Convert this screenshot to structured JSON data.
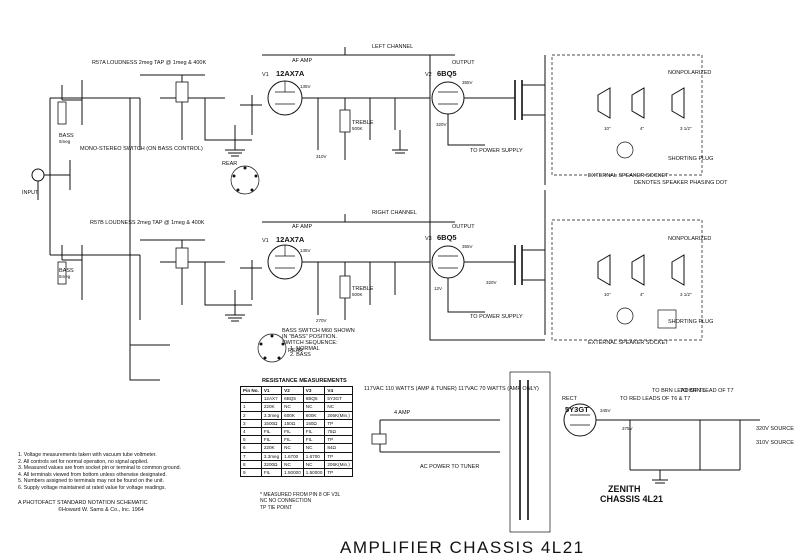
{
  "page_title": "AMPLIFIER CHASSIS 4L21",
  "brand": {
    "line1": "ZENITH",
    "line2": "CHASSIS 4L21"
  },
  "channels": {
    "left": "LEFT CHANNEL",
    "right": "RIGHT CHANNEL"
  },
  "tubes": {
    "v1_left": {
      "id": "V1",
      "type": "12AX7A",
      "label": "AF AMP"
    },
    "v1_right": {
      "id": "V1",
      "type": "12AX7A",
      "label": "AF AMP"
    },
    "v2": {
      "id": "V2",
      "type": "6BQ5",
      "label": "OUTPUT"
    },
    "v3": {
      "id": "V3",
      "type": "6BQ5",
      "label": "OUTPUT"
    },
    "v4": {
      "id": "V4",
      "type": "5Y3GT",
      "label": "RECT"
    }
  },
  "labels": {
    "input": "INPUT",
    "mono_stereo": "MONO-STEREO SWITCH (ON BASS CONTROL)",
    "loudness_top": "R57A LOUDNESS 2meg TAP @ 1meg & 400K",
    "loudness_bottom": "R57B LOUDNESS 2meg TAP @ 1meg & 400K",
    "bass": "BASS",
    "bass_value": "5meg",
    "treble": "TREBLE",
    "treble_value": "500K",
    "rear": "REAR",
    "to_power_supply": "TO POWER SUPPLY",
    "nonpolarized": "NONPOLARIZED",
    "shorting_plug": "SHORTING PLUG",
    "ext_speaker_socket": "EXTERNAL SPEAKER SOCKET",
    "phasing_dot": "DENOTES SPEAKER PHASING DOT",
    "speaker_10": "10\"",
    "speaker_4": "4\"",
    "speaker_3half": "3 1/2\"",
    "ac_power_to_tuner": "AC POWER TO TUNER",
    "ac_note": "117VAC 110 WATTS (AMP & TUNER) 117VAC 70 WATTS (AMP ONLY)",
    "fuse": "4 AMP",
    "to_red_leads": "TO RED LEADS OF T6 & T7",
    "to_brn_lead": "TO BRN LEAD OF T6",
    "to_brn_lead_t7": "TO BRN LEAD OF T7",
    "src_320": "320V SOURCE",
    "src_310": "310V SOURCE",
    "b_plus_375": "375V",
    "b_plus_345": "345V",
    "v_355": "355V",
    "v_320": "320V",
    "v_310": "310V",
    "v_270": "270V",
    "v_135": "135V",
    "v_12": "12V"
  },
  "bass_switch": {
    "lines": [
      "BASS SWITCH M60 SHOWN",
      "IN \"BASS\" POSITION.",
      "SWITCH SEQUENCE:",
      "1. NORMAL",
      "2. BASS"
    ]
  },
  "resistance_table": {
    "caption": "RESISTANCE MEASUREMENTS",
    "headers": [
      "Pin No.",
      "V1",
      "V2",
      "V3",
      "V4"
    ],
    "subheaders": [
      "",
      "12AX7",
      "6BQ5",
      "6BQ5",
      "5Y3GT"
    ],
    "rows": [
      [
        "1",
        "220K",
        "NC",
        "NC",
        "NC"
      ],
      [
        "2",
        "3.3meg",
        "600K",
        "600K",
        "206K(Min.)"
      ],
      [
        "3",
        "1500Ω",
        "150Ω",
        "150Ω",
        "TP"
      ],
      [
        "4",
        "FIL",
        "FIL",
        "FIL",
        "75Ω"
      ],
      [
        "5",
        "FIL",
        "FIL",
        "FIL",
        "TP"
      ],
      [
        "6",
        "220K",
        "NC",
        "NC",
        "84Ω"
      ],
      [
        "7",
        "3.3meg",
        "1.6700",
        "1.6700",
        "TP"
      ],
      [
        "8",
        "3200Ω",
        "NC",
        "NC",
        "206K(Min.)"
      ],
      [
        "9",
        "FIL",
        "1.50000",
        "1.50000",
        "TP"
      ]
    ],
    "legend": [
      "* MEASURED FROM PIN 8 OF V3L",
      "NC  NO CONNECTION",
      "TP  TIE POINT"
    ]
  },
  "notes": [
    "1.  Voltage measurements taken with vacuum tube voltmeter.",
    "2.  All controls set for normal operation, no signal applied.",
    "3.  Measured values are from socket pin or terminal to common ground.",
    "4.  All terminals viewed from bottom unless otherwise designated.",
    "5.  Numbers assigned to terminals may not be found on the unit.",
    "6.  Supply voltage maintained at rated value for voltage readings."
  ],
  "credit": {
    "line1": "A PHOTOFACT STANDARD NOTATION SCHEMATIC",
    "line2": "©Howard W. Sams & Co., Inc. 1964"
  }
}
